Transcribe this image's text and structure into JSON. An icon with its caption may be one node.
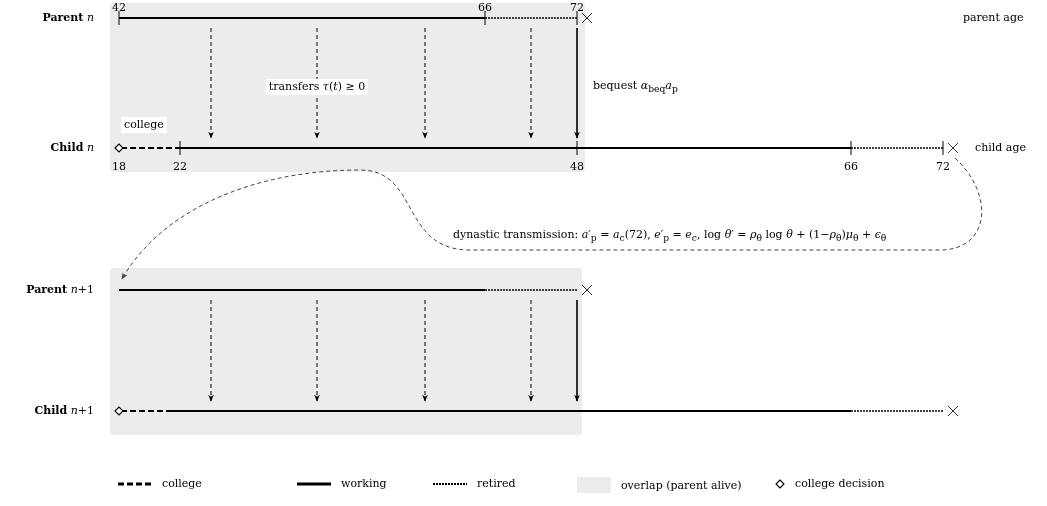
{
  "diagram": {
    "nodes": [
      {
        "text": [
          "**Parent** *n*"
        ]
      },
      {
        "text": [
          "**Child** *n*"
        ]
      },
      {
        "text": [
          "**Parent** *n*+1"
        ]
      },
      {
        "text": [
          "**Child** *n*+1"
        ]
      }
    ],
    "edges": [
      {
        "from": 0,
        "to": 1,
        "arrow": "to",
        "style": "dashed"
      },
      {
        "from": 0,
        "to": 1,
        "arrow": "to",
        "style": "dashed",
        "label": "transfers *τ*(*t*) ≥ 0"
      },
      {
        "from": 0,
        "to": 1,
        "arrow": "to",
        "style": "dashed"
      },
      {
        "from": 0,
        "to": 1,
        "arrow": "to",
        "style": "dashed"
      },
      {
        "from": 0,
        "to": 1,
        "arrow": "to",
        "label": "bequest *α*$_{beq}$*a*$_{p}$"
      },
      {
        "from": 1,
        "to": 2,
        "arrow": "to",
        "style": "dashed",
        "color": "#444444",
        "label": "dynastic transmission:  *a*′$_{p}$ = *a*$_{c}$(72),  *e*′$_{p}$ = *e*$_{c}$,  log *θ*′ = *ρ*$_{θ}$ log *θ* + (1−*ρ*$_{θ}$)*μ*$_{θ}$ + *ϵ*$_{θ}$"
      },
      {
        "from": 2,
        "to": 3,
        "arrow": "to",
        "style": "dashed"
      },
      {
        "from": 2,
        "to": 3,
        "arrow": "to",
        "style": "dashed"
      },
      {
        "from": 2,
        "to": 3,
        "arrow": "to",
        "style": "dashed"
      },
      {
        "from": 2,
        "to": 3,
        "arrow": "to",
        "style": "dashed"
      },
      {
        "from": 2,
        "to": 3,
        "arrow": "to"
      }
    ],
    "labels": [
      "42",
      "66",
      "72",
      "parent age",
      "college",
      "18",
      "22",
      "48",
      "66",
      "72",
      "child age"
    ],
    "legend": [
      {
        "text": "college"
      },
      {
        "text": "working"
      },
      {
        "text": "retired"
      },
      {
        "text": "overlap (parent alive)",
        "color": "#ececec"
      },
      {
        "text": "college decision"
      }
    ]
  }
}
